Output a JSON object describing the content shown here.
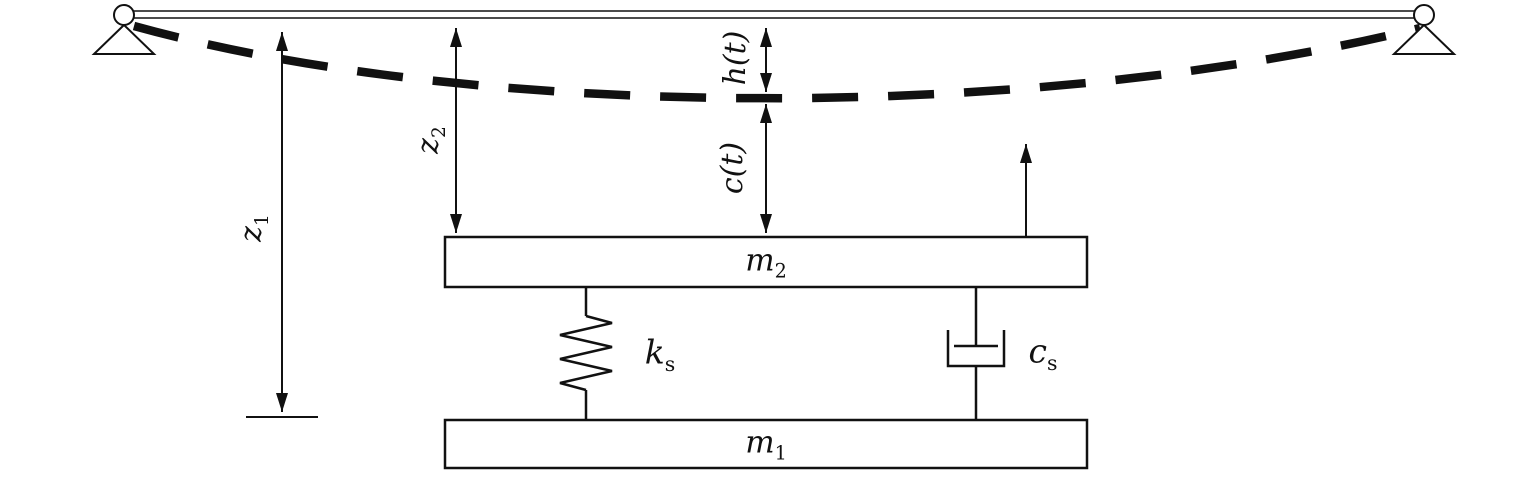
{
  "diagram": {
    "type": "mechanical-schematic",
    "description_labels": {
      "z1": {
        "base": "z",
        "sub": "1"
      },
      "z2": {
        "base": "z",
        "sub": "2"
      },
      "ht": {
        "text": "h(t)"
      },
      "ct": {
        "text": "c(t)"
      },
      "m2": {
        "base": "m",
        "sub": "2"
      },
      "m1": {
        "base": "m",
        "sub": "1"
      },
      "ks": {
        "base": "k",
        "sub": "s"
      },
      "cs": {
        "base": "c",
        "sub": "s"
      }
    },
    "colors": {
      "line": "#111111",
      "background": "#ffffff"
    }
  }
}
